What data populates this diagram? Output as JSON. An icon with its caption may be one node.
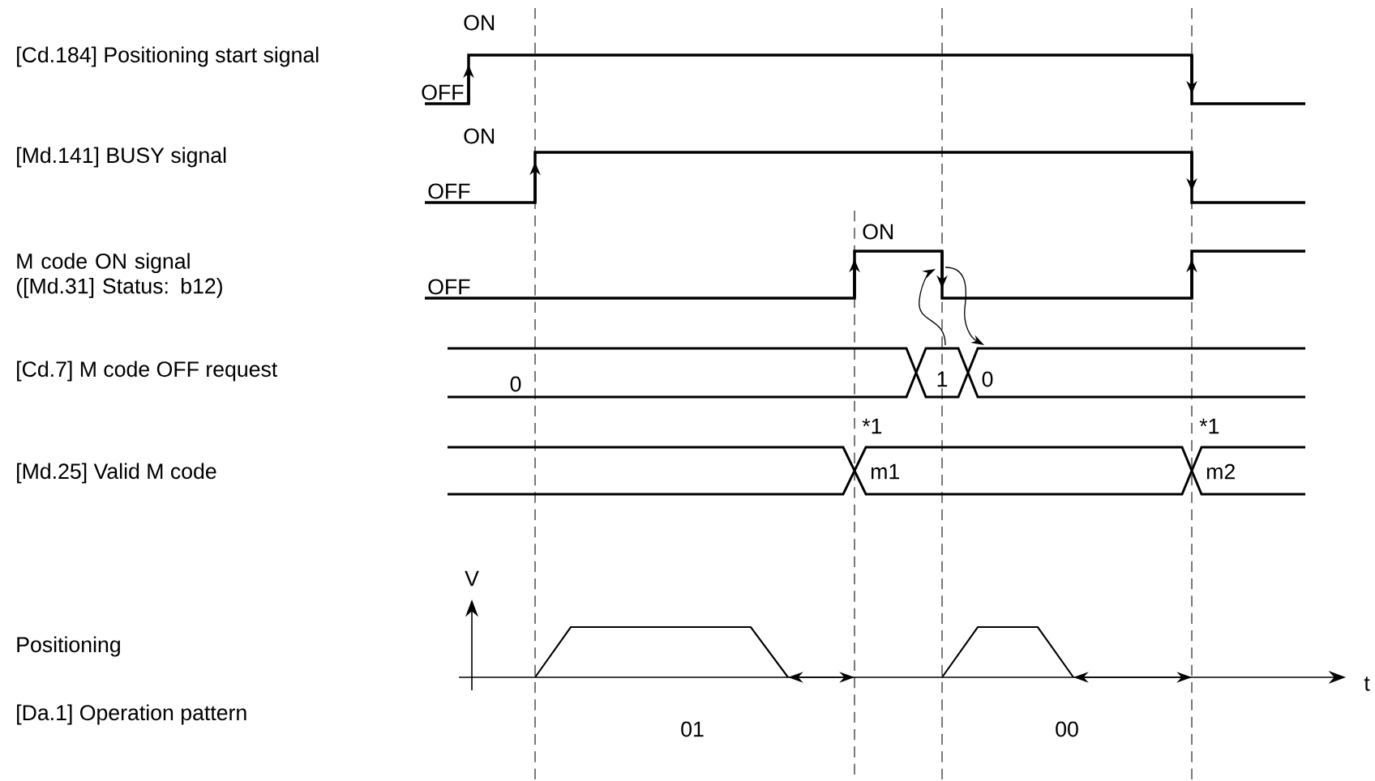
{
  "diagram": {
    "labels": [
      "ON",
      "[Cd.184] Positioning start signal",
      "OFF",
      "ON",
      "[Md.141] BUSY signal",
      "OFF",
      "ON",
      "M code ON signal ([Md.31] Status: b12)",
      "OFF",
      "[Cd.7] M code OFF request",
      "0",
      "1",
      "0",
      "*1",
      "*1",
      "[Md.25] Valid M code",
      "m1",
      "m2",
      "V",
      "Positioning",
      "t",
      "[Da.1] Operation pattern",
      "01",
      "00"
    ]
  }
}
